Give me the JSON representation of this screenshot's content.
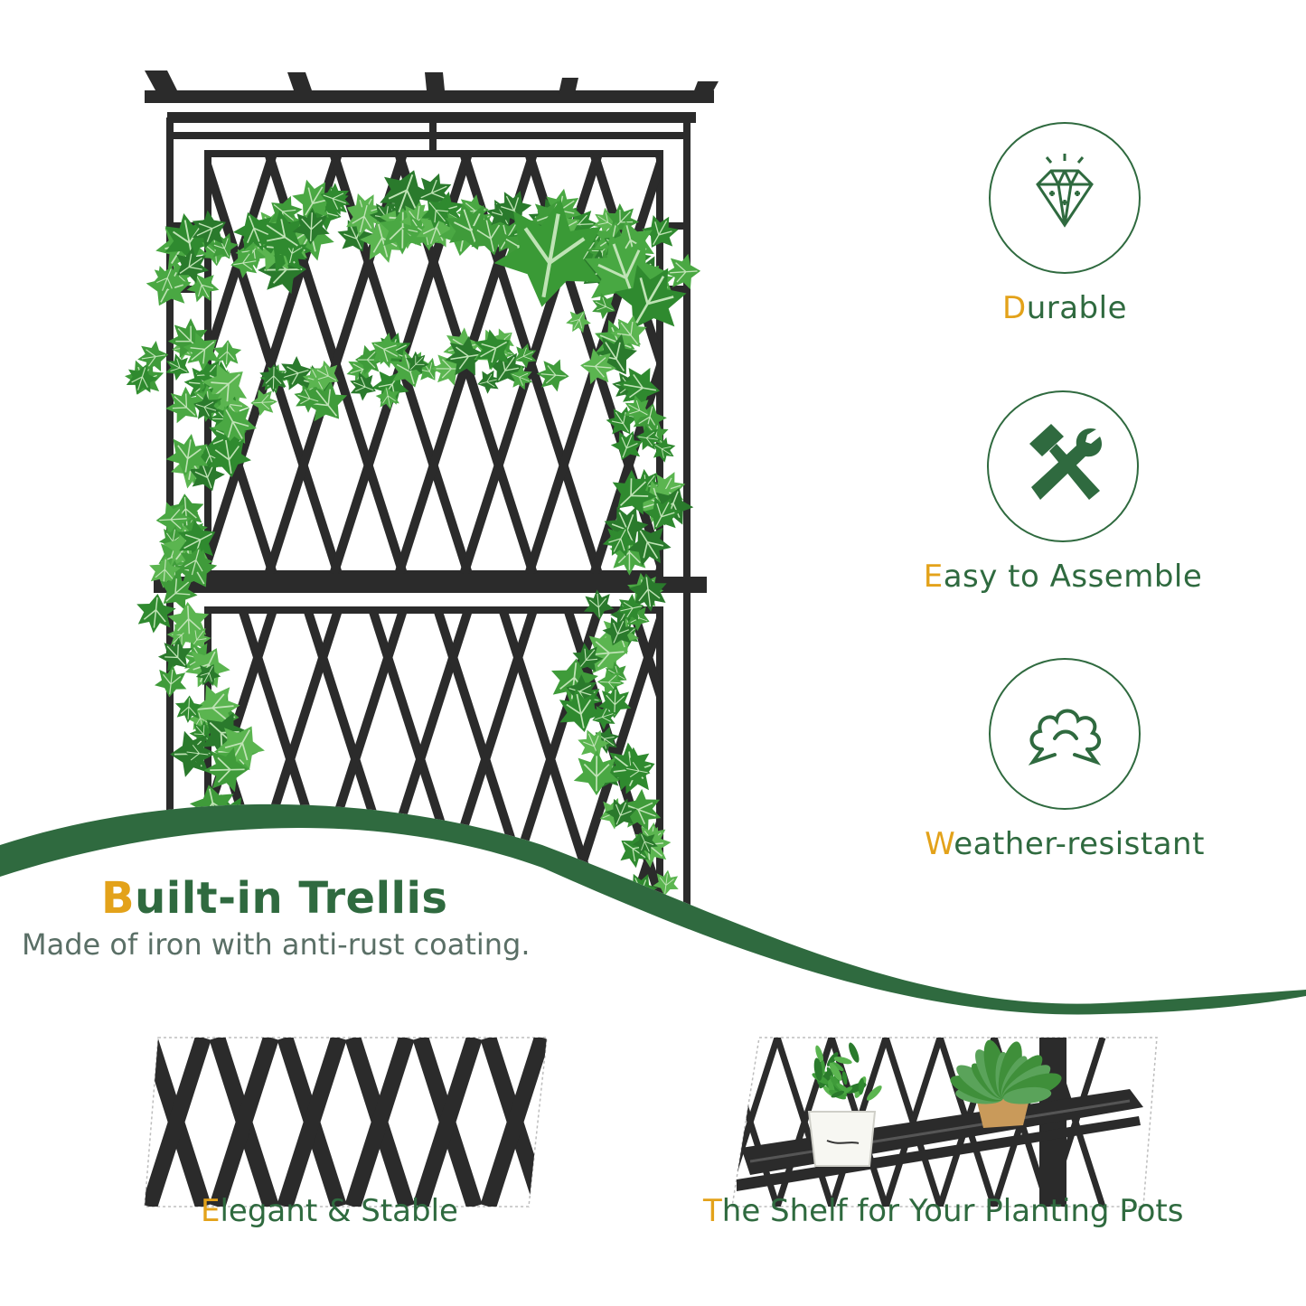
{
  "features": [
    {
      "icon": "diamond-icon",
      "first": "D",
      "rest": "urable"
    },
    {
      "icon": "hammer-wrench-icon",
      "first": "E",
      "rest": "asy to Assemble"
    },
    {
      "icon": "cotton-cloud-icon",
      "first": "W",
      "rest": "eather-resistant"
    }
  ],
  "headline": {
    "first": "B",
    "rest": "uilt-in Trellis"
  },
  "subline": "Made of iron with anti-rust coating.",
  "details": [
    {
      "first": "E",
      "rest": "legant & Stable"
    },
    {
      "first": "T",
      "rest": "he Shelf for Your Planting Pots"
    }
  ],
  "colors": {
    "brand_green": "#2f6a3f",
    "accent_gold": "#e3a21a",
    "metal": "#2b2b2b",
    "leaf": "#3f9b3a"
  }
}
